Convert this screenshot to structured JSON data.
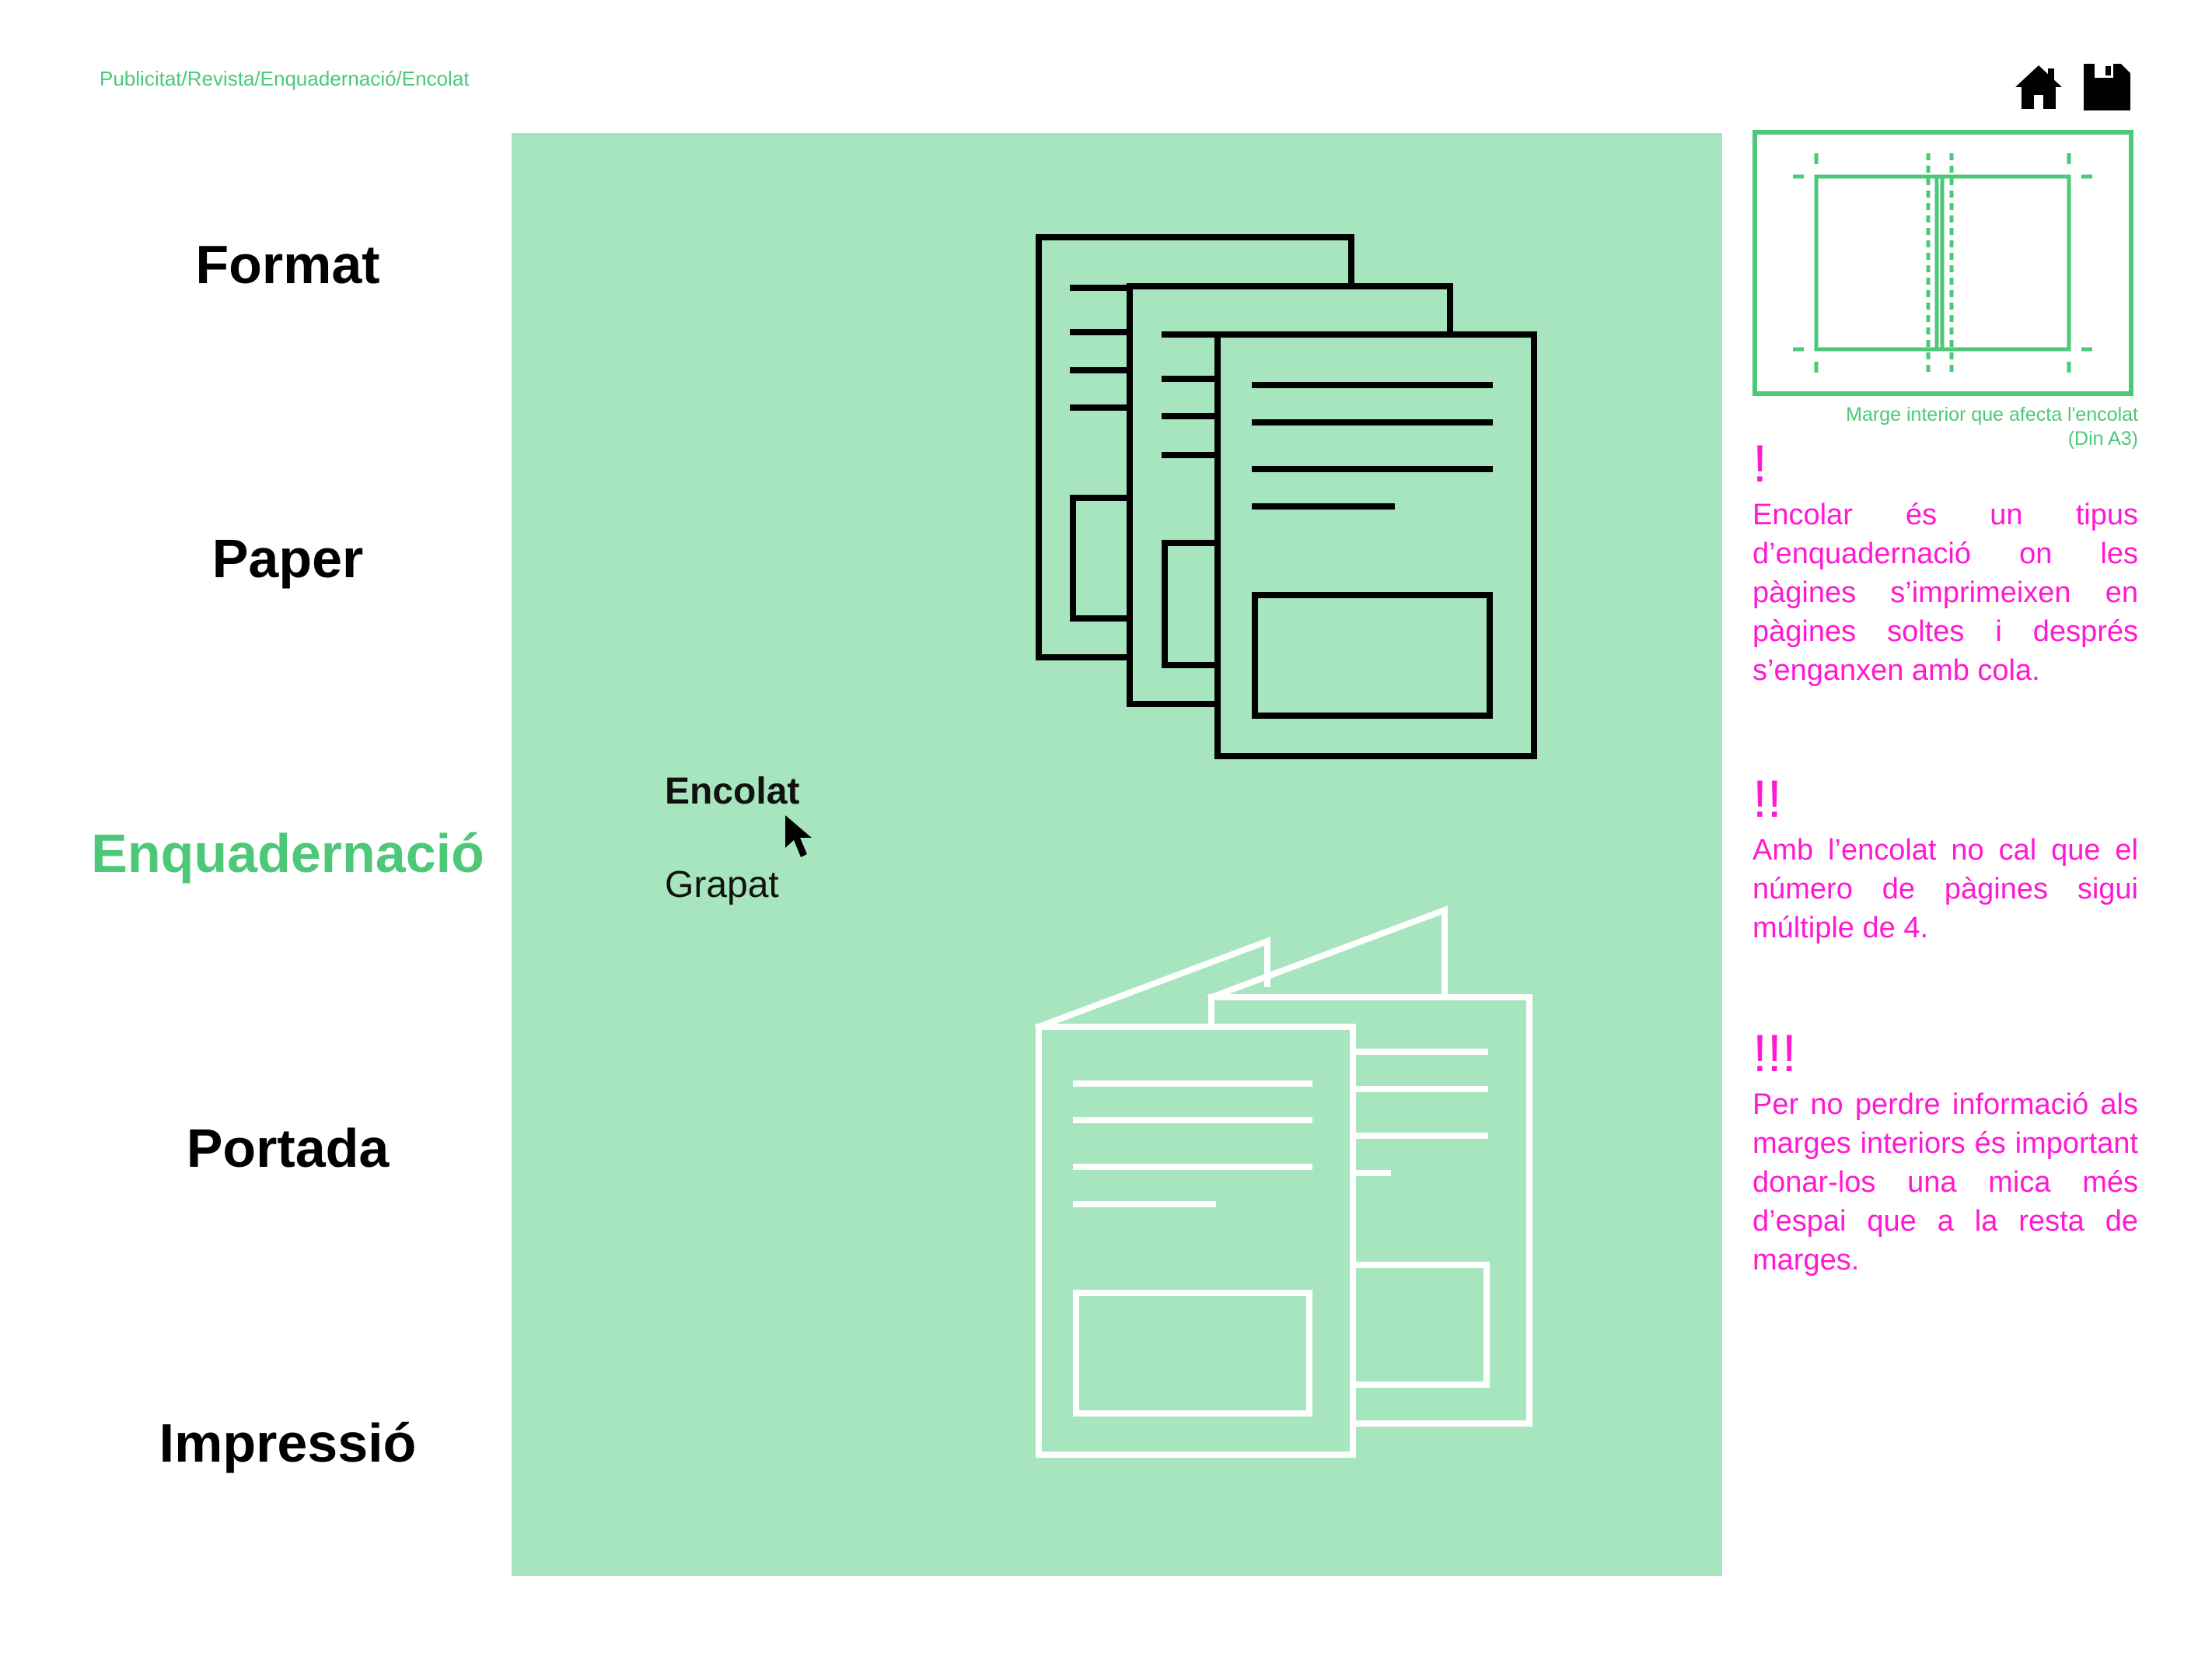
{
  "breadcrumb": "Publicitat/Revista/Enquadernació/Encolat",
  "toolbar": {
    "home_icon": "home-icon",
    "save_icon": "floppy-disk-icon"
  },
  "nav": {
    "items": [
      {
        "label": "Format",
        "active": false
      },
      {
        "label": "Paper",
        "active": false
      },
      {
        "label": "Enquadernació",
        "active": true
      },
      {
        "label": "Portada",
        "active": false
      },
      {
        "label": "Impressió",
        "active": false
      }
    ]
  },
  "binding_options": {
    "selected": "Encolat",
    "items": [
      {
        "label": "Encolat"
      },
      {
        "label": "Grapat"
      }
    ]
  },
  "diagram": {
    "caption_line1": "Marge interior que afecta l'encolat",
    "caption_line2": "(Din A3)"
  },
  "tips": [
    {
      "mark": "!",
      "text": "Encolar és un tipus d’enquadernació on les pàgines s’imprimeixen en pàgines soltes i després s’enganxen amb cola."
    },
    {
      "mark": "!!",
      "text": "Amb l’encolat no cal que el número de pàgines sigui múltiple de 4."
    },
    {
      "mark": "!!!",
      "text": "Per no perdre informació als marges interiors és important donar-los una mica més d’espai que a la resta de marges."
    }
  ],
  "colors": {
    "accent_green": "#4cc878",
    "panel_green": "#a6e5be",
    "tip_magenta": "#ff19d2"
  }
}
